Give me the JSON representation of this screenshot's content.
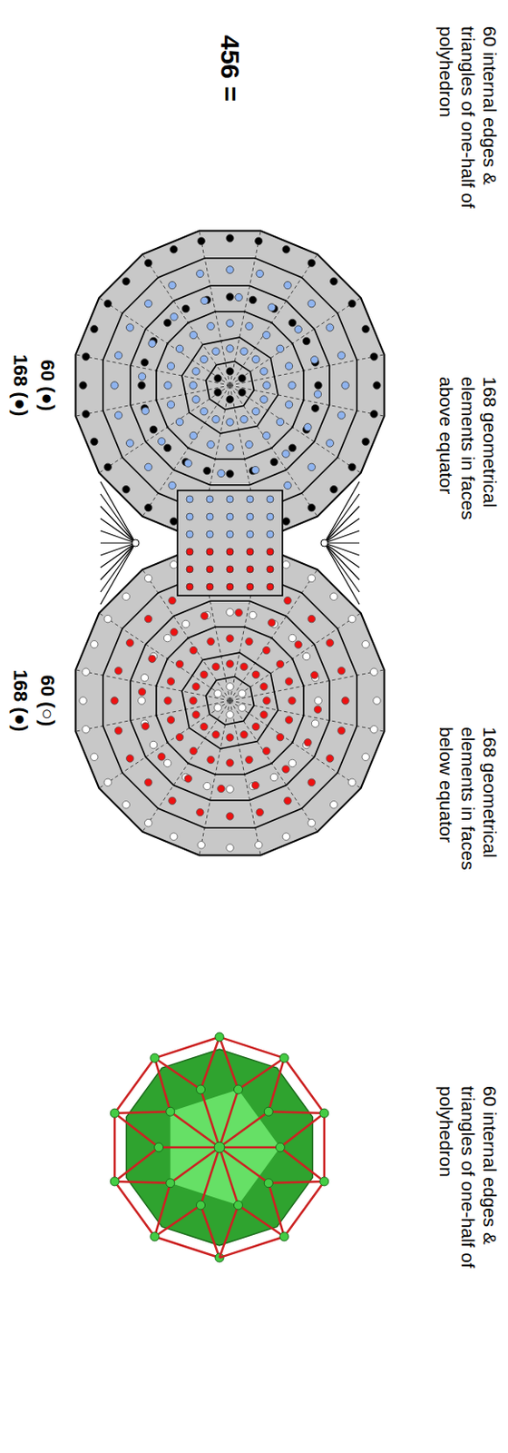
{
  "diagram": {
    "labels": [
      "456 =",
      "60 (●)",
      "168 (●)",
      "60 (○)",
      "168 (●)",
      "60 internal edges & triangles of one-half of polyhedron",
      "168 geometrical elements in faces above equator",
      "168 geometrical elements in faces below equator",
      "60 internal edges & triangles of one-half of polyhedron"
    ]
  }
}
